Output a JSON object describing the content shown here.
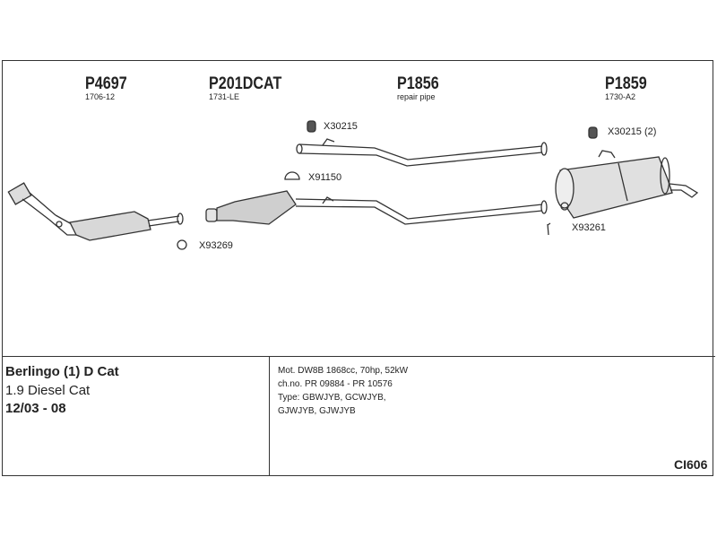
{
  "parts": [
    {
      "number": "P4697",
      "code": "1706-12"
    },
    {
      "number": "P201DCAT",
      "code": "1731-LE"
    },
    {
      "number": "P1856",
      "code": "repair pipe"
    },
    {
      "number": "P1859",
      "code": "1730-A2"
    }
  ],
  "fittings": {
    "x30215": "X30215",
    "x30215_2": "X30215 (2)",
    "x91150": "X91150",
    "x93269": "X93269",
    "x93261": "X93261"
  },
  "vehicle": {
    "model": "Berlingo (1) D Cat",
    "engine": "1.9 Diesel Cat",
    "years": "12/03 - 08"
  },
  "specs": {
    "line1": "Mot. DW8B 1868cc, 70hp, 52kW",
    "line2": "ch.no. PR 09884 - PR 10576",
    "line3": "Type: GBWJYB, GCWJYB,",
    "line4": "GJWJYB, GJWJYB"
  },
  "diagram_code": "CI606"
}
